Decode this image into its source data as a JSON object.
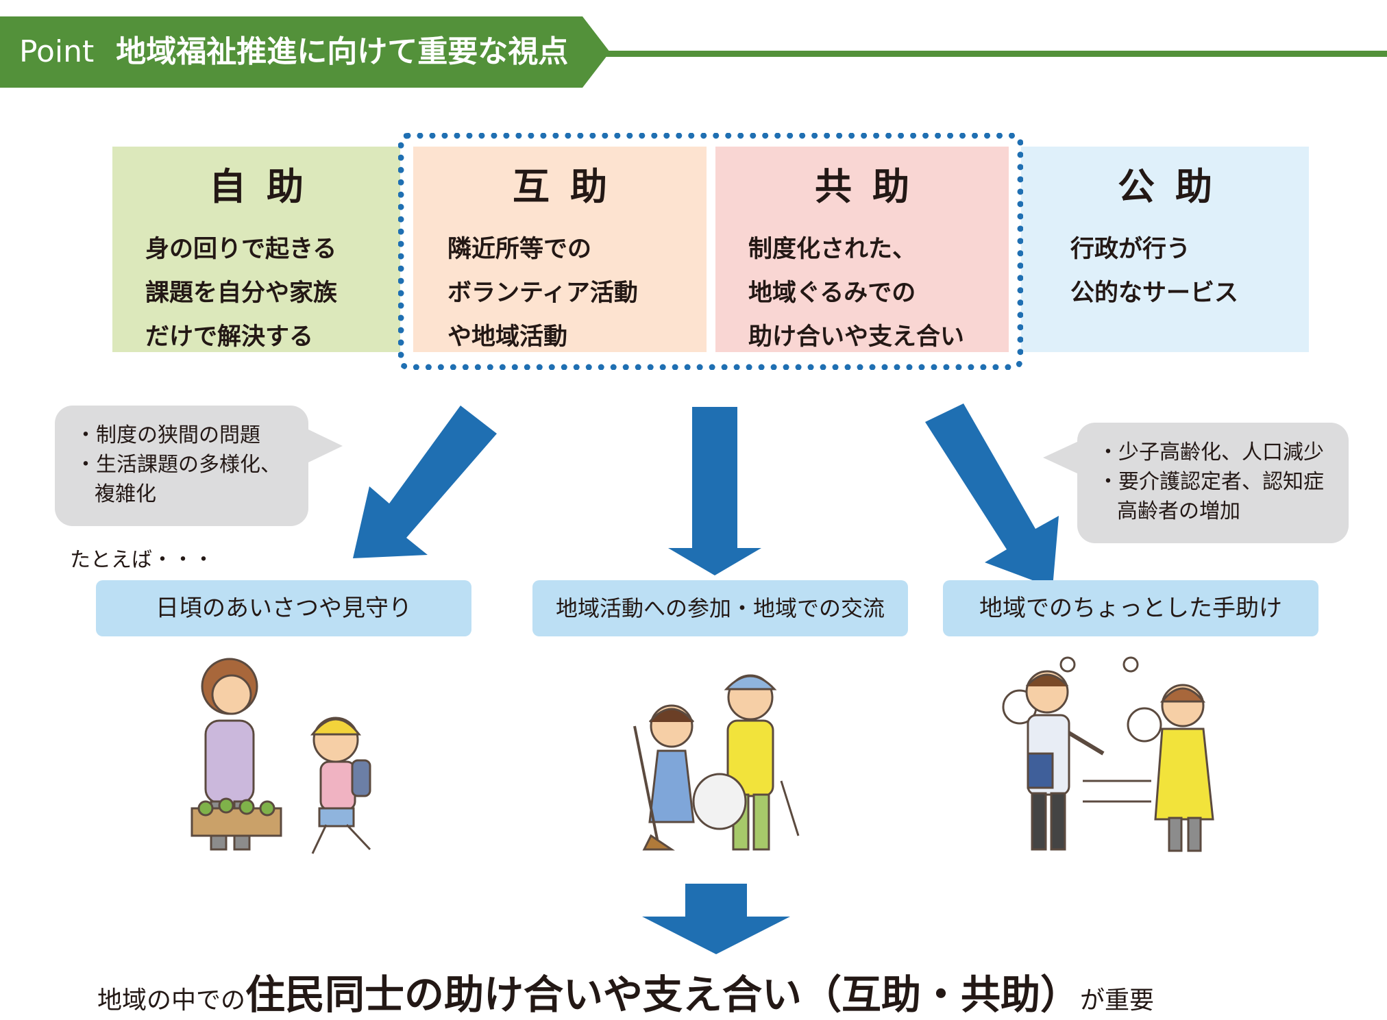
{
  "header": {
    "point_label": "Point",
    "title": "地域福祉推進に向けて重要な視点"
  },
  "categories": [
    {
      "title": "自助",
      "lines": [
        "身の回りで起きる",
        "課題を自分や家族",
        "だけで解決する"
      ]
    },
    {
      "title": "互助",
      "lines": [
        "隣近所等での",
        "ボランティア活動",
        "や地域活動"
      ]
    },
    {
      "title": "共助",
      "lines": [
        "制度化された、",
        "地域ぐるみでの",
        "助け合いや支え合い"
      ]
    },
    {
      "title": "公助",
      "lines": [
        "行政が行う",
        "公的なサービス"
      ]
    }
  ],
  "bubbles": {
    "left": [
      "・制度の狭間の問題",
      "・生活課題の多様化、",
      "複雑化"
    ],
    "right": [
      "・少子高齢化、人口減少",
      "・要介護認定者、認知症",
      "高齢者の増加"
    ]
  },
  "example_intro": "たとえば・・・",
  "examples": [
    "日頃のあいさつや見守り",
    "地域活動への参加・地域での交流",
    "地域でのちょっとした手助け"
  ],
  "conclusion": {
    "prefix": "地域の中での",
    "main": "住民同士の助け合いや支え合い（互助・共助）",
    "suffix": "が重要"
  },
  "colors": {
    "header_green": "#53913a",
    "arrow_blue": "#1f6fb2",
    "dotted_blue": "#1f6fb2"
  }
}
